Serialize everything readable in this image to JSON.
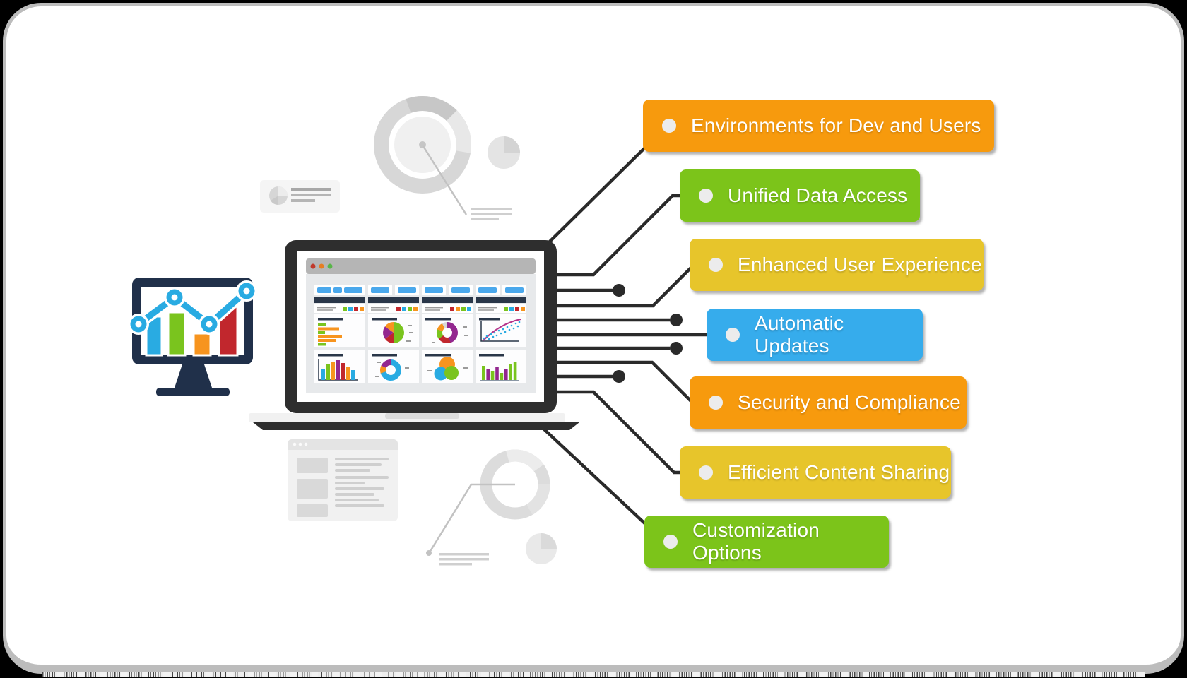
{
  "title": "Platform features infographic",
  "features": [
    {
      "label": "Environments for Dev and Users",
      "color": "#F79A0D"
    },
    {
      "label": "Unified Data Access",
      "color": "#7CC41A"
    },
    {
      "label": "Enhanced User Experience",
      "color": "#E7C52B"
    },
    {
      "label": "Automatic Updates",
      "color": "#36ACEC"
    },
    {
      "label": "Security and Compliance",
      "color": "#F79A0D"
    },
    {
      "label": "Efficient Content Sharing",
      "color": "#E7C52B"
    },
    {
      "label": "Customization Options",
      "color": "#7CC41A"
    }
  ],
  "bullet_color": "#ECECEC",
  "connector_color": "#2A2A2A",
  "palette": {
    "blue": "#29ABE2",
    "green": "#7AC41E",
    "orange": "#F7941E",
    "red": "#C1272D",
    "purple": "#93278F",
    "navy": "#2A3749",
    "pill": "#4AA8EC",
    "magenta": "#B5338A",
    "chrome_red": "#C0392B",
    "chrome_orange": "#E67E22",
    "chrome_green": "#58B548",
    "monitor_frame": "#20304A",
    "laptop_body": "#2E2E2E"
  },
  "icons": {
    "monitor_analytics": "monitor with bar chart and trend line",
    "laptop_dashboard": "laptop showing BI dashboard with mini charts",
    "decorations": [
      "pie-chart",
      "donut-chart",
      "document-card",
      "browser-window"
    ]
  }
}
